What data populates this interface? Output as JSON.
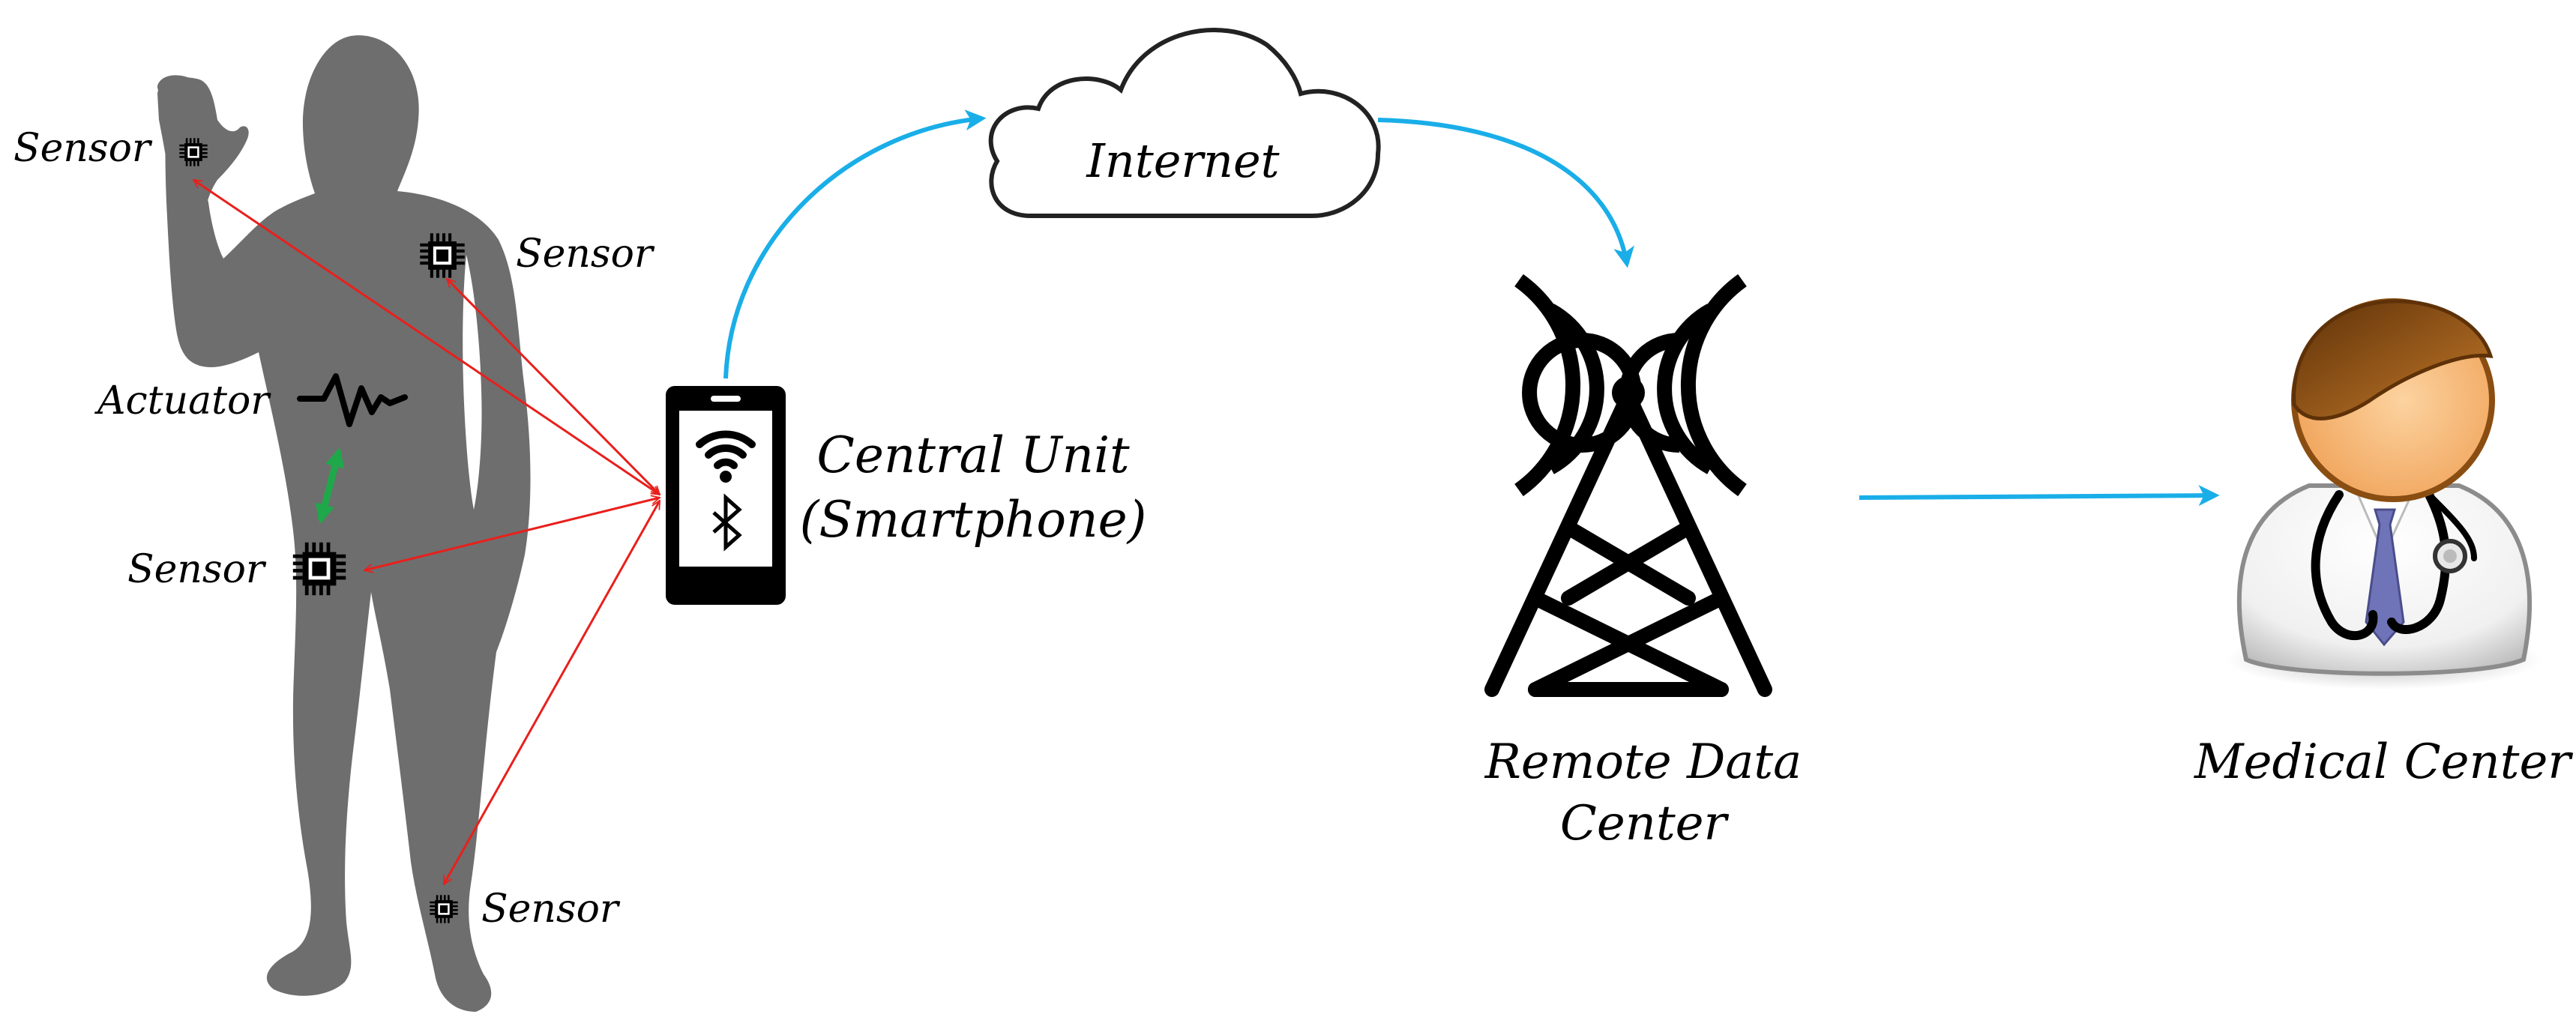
{
  "labels": {
    "sensor_hand": "Sensor",
    "sensor_chest": "Sensor",
    "actuator": "Actuator",
    "sensor_hip": "Sensor",
    "sensor_ankle": "Sensor",
    "central_line1": "Central Unit",
    "central_line2": "(Smartphone)",
    "internet": "Internet",
    "remote_line1": "Remote Data",
    "remote_line2": "Center",
    "medical": "Medical Center"
  },
  "icons": {
    "person": "person-silhouette-icon",
    "sensor": "chip-icon",
    "actuator": "pulse-wave-icon",
    "phone": "smartphone-icon",
    "wifi": "wifi-icon",
    "bluetooth": "bluetooth-icon",
    "cloud": "cloud-icon",
    "tower": "antenna-tower-icon",
    "doctor": "doctor-icon"
  },
  "colors": {
    "body": "#6e6e6e",
    "sensor_link": "#e8201c",
    "actuator_link": "#1fa84a",
    "network_link": "#1aaee8",
    "icon_dark": "#000000",
    "doctor_skin": "#f5b270",
    "doctor_hair": "#8a4e12",
    "doctor_tie": "#6f73b8"
  }
}
